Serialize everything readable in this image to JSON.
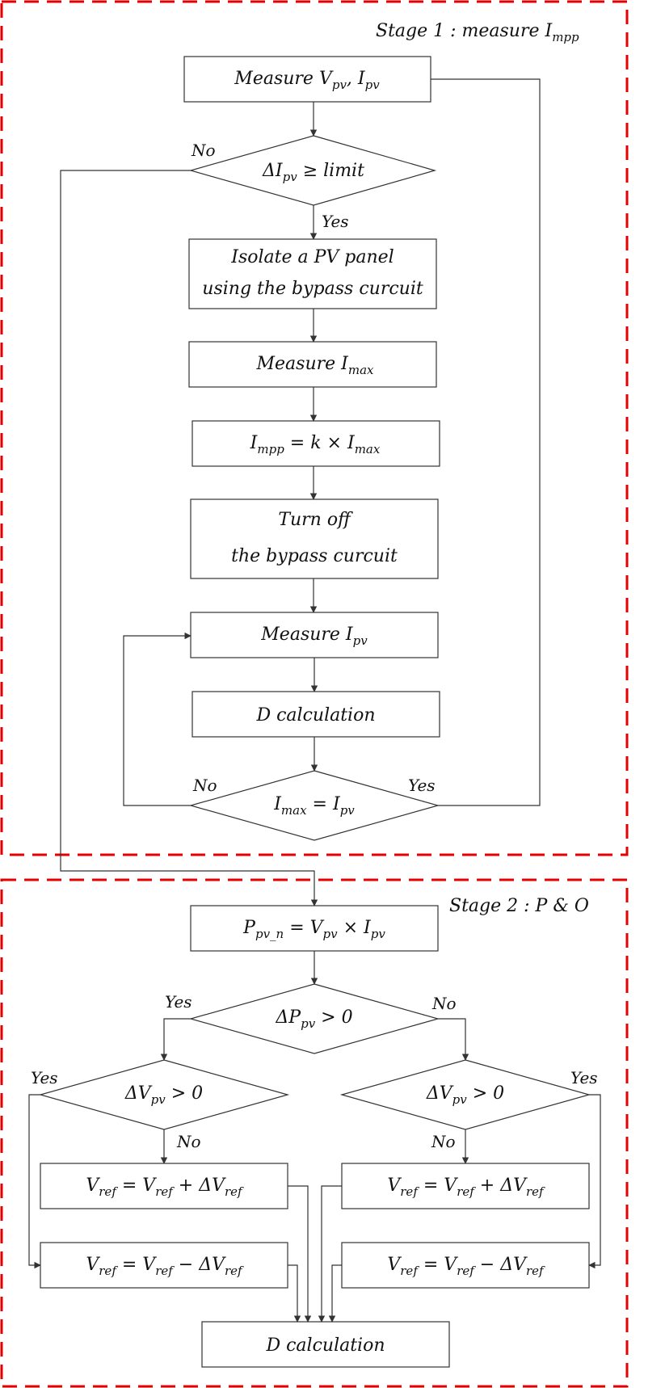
{
  "colors": {
    "stage_border": "#e60000",
    "stroke": "#333333",
    "text": "#111111"
  },
  "stage1": {
    "title": "Stage  1 : measure  I",
    "title_sub": "mpp"
  },
  "stage2": {
    "title": "Stage  2 : P  &  O"
  },
  "nodes": {
    "measure_vpv_ipv": {
      "a": "Measure  V",
      "a_sub": "pv",
      "b": ", I",
      "b_sub": "pv"
    },
    "delta_ipv_limit": {
      "a": "ΔI",
      "a_sub": "pv",
      "b": " ≥ limit"
    },
    "isolate": {
      "line1": "Isolate  a  PV  panel",
      "line2": "using  the  bypass  curcuit"
    },
    "measure_imax": {
      "a": "Measure  I",
      "a_sub": "max"
    },
    "impp_eq": {
      "a": "I",
      "a_sub": "mpp",
      "b": " = k  ×  I",
      "b_sub": "max"
    },
    "turn_off": {
      "line1": "Turn  off",
      "line2": "the  bypass  curcuit"
    },
    "measure_ipv": {
      "a": "Measure  I",
      "a_sub": "pv"
    },
    "d_calc_1": {
      "text": "D  calculation"
    },
    "imax_eq_ipv": {
      "a": "I",
      "a_sub": "max",
      "b": " =  I",
      "b_sub": "pv"
    },
    "ppv_n": {
      "a": "P",
      "a_sub": "pv_n",
      "b": " =  V",
      "b_sub": "pv",
      "c": " × I",
      "c_sub": "pv"
    },
    "delta_ppv": {
      "a": "ΔP",
      "a_sub": "pv",
      "b": " > 0"
    },
    "delta_vpv_left": {
      "a": "ΔV",
      "a_sub": "pv",
      "b": " > 0"
    },
    "delta_vpv_right": {
      "a": "ΔV",
      "a_sub": "pv",
      "b": " > 0"
    },
    "vref_plus_left": {
      "a": "V",
      "a_sub": "ref",
      "b": " =  V",
      "b_sub": "ref",
      "c": " + ΔV",
      "c_sub": "ref"
    },
    "vref_minus_left": {
      "a": "V",
      "a_sub": "ref",
      "b": " =  V",
      "b_sub": "ref",
      "c": " − ΔV",
      "c_sub": "ref"
    },
    "vref_plus_right": {
      "a": "V",
      "a_sub": "ref",
      "b": " =  V",
      "b_sub": "ref",
      "c": " + ΔV",
      "c_sub": "ref"
    },
    "vref_minus_right": {
      "a": "V",
      "a_sub": "ref",
      "b": " =  V",
      "b_sub": "ref",
      "c": " − ΔV",
      "c_sub": "ref"
    },
    "d_calc_2": {
      "text": "D  calculation"
    }
  },
  "edge_labels": {
    "no_limit": "No",
    "yes_limit": "Yes",
    "no_imax": "No",
    "yes_imax": "Yes",
    "yes_ppv": "Yes",
    "no_ppv": "No",
    "yes_vpv_left": "Yes",
    "no_vpv_left": "No",
    "no_vpv_right": "No",
    "yes_vpv_right": "Yes"
  }
}
